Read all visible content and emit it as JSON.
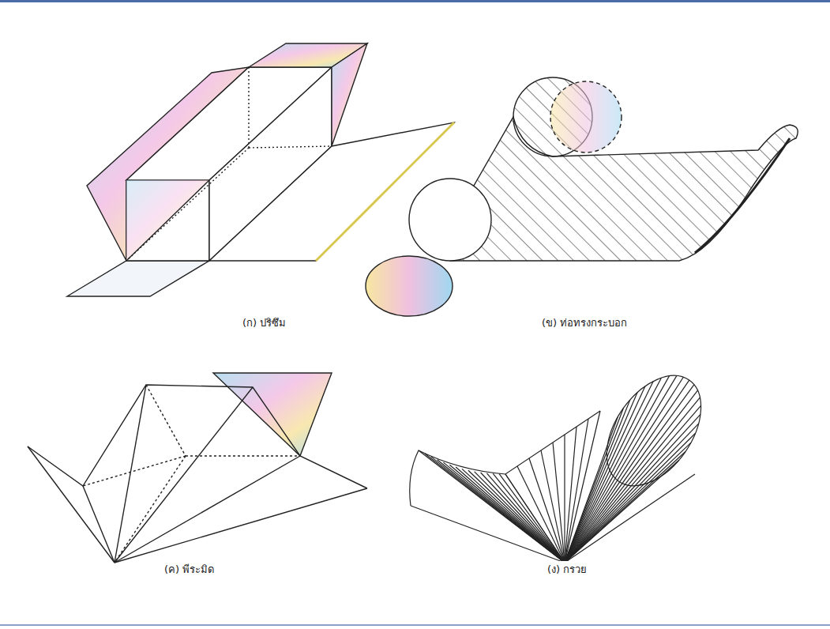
{
  "diagram": {
    "labels": [
      "(ก) ปริซึม",
      "(ข) ท่อทรงกระบอก",
      "(ค) พีระมิด",
      "(ง) กรวย"
    ]
  }
}
